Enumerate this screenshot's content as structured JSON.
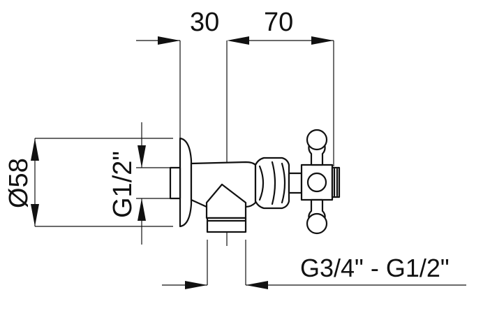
{
  "dimensions": {
    "top_offset": "30",
    "top_length": "70",
    "diameter": "Ø58",
    "inlet_thread": "G1/2\"",
    "outlet_thread": "G3/4\" - G1/2\""
  }
}
